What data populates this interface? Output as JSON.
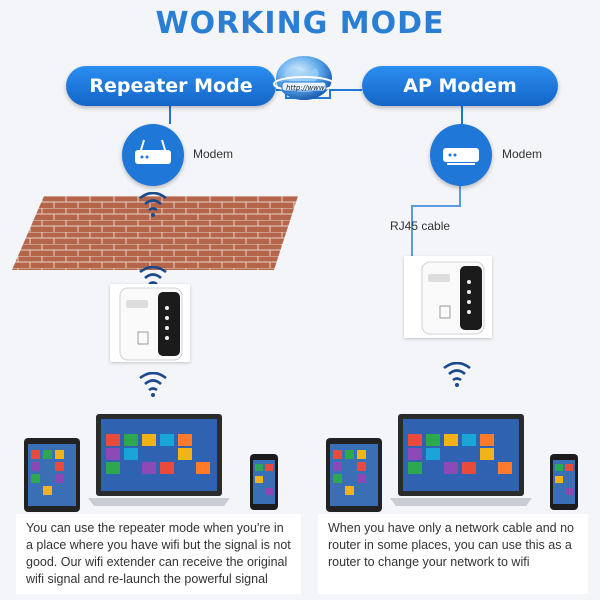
{
  "title": "WORKING MODE",
  "left_mode": {
    "label": "Repeater Mode",
    "modem_label": "Modem",
    "caption": "You can use the repeater mode when you're in a place where you have wifi but the signal is not good. Our wifi extender can receive the original wifi signal and re-launch the powerful signal"
  },
  "right_mode": {
    "label": "AP Modem",
    "modem_label": "Modem",
    "cable_label": "RJ45 cable",
    "caption": "When you have only a network cable and no router in some places, you can use this as a router to change your network to wifi"
  },
  "globe_text": "http://www.",
  "colors": {
    "accent": "#1f78d8",
    "title": "#2a7fd4",
    "brick": "#b5664a"
  }
}
